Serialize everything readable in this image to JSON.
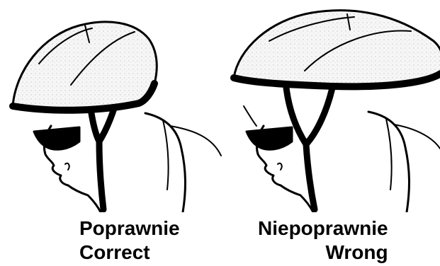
{
  "panels": [
    {
      "label_pl": "Poprawnie",
      "label_en": "Correct"
    },
    {
      "label_pl": "Niepoprawnie",
      "label_en": "Wrong"
    }
  ],
  "colors": {
    "ink": "#000000",
    "shell": "#f4f4f4",
    "background": "#ffffff"
  }
}
